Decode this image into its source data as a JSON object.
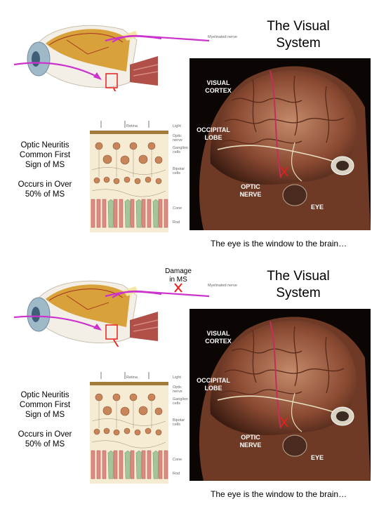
{
  "panels": [
    {
      "title_line1": "The Visual",
      "title_line2": "System",
      "side_line1": "Optic Neuritis",
      "side_line2": "Common First",
      "side_line3": "Sign of MS",
      "side_line4": "Occurs in Over",
      "side_line5": "50% of MS",
      "brain_labels": {
        "visual1": "VISUAL",
        "visual2": "CORTEX",
        "occ1": "OCCIPITAL",
        "occ2": "LOBE",
        "optic1": "OPTIC",
        "optic2": "NERVE",
        "eye": "EYE"
      },
      "caption": "The eye is the window to the brain…",
      "nerve_label": "Myelinated nerve",
      "retina_labels": {
        "light": "Light",
        "retina": "Retina",
        "optic": "Optic",
        "nerve": "nerve",
        "ganglion": "Ganglion",
        "cells1": "cells",
        "bipolar": "Bipolar",
        "cells2": "cells",
        "cone": "Cone",
        "rod": "Rod"
      }
    },
    {
      "title_line1": "The Visual",
      "title_line2": "System",
      "side_line1": "Optic Neuritis",
      "side_line2": "Common First",
      "side_line3": "Sign of MS",
      "side_line4": "Occurs in Over",
      "side_line5": "50% of MS",
      "brain_labels": {
        "visual1": "VISUAL",
        "visual2": "CORTEX",
        "occ1": "OCCIPITAL",
        "occ2": "LOBE",
        "optic1": "OPTIC",
        "optic2": "NERVE",
        "eye": "EYE"
      },
      "caption": "The eye is the window to the brain…",
      "nerve_label": "Myelinated nerve",
      "damage_line1": "Damage",
      "damage_line2": "in MS",
      "retina_labels": {
        "light": "Light",
        "retina": "Retina",
        "optic": "Optic",
        "nerve": "nerve",
        "ganglion": "Ganglion",
        "cells1": "cells",
        "bipolar": "Bipolar",
        "cells2": "cells",
        "cone": "Cone",
        "rod": "Rod"
      }
    }
  ],
  "colors": {
    "optic_path": "#cc33cc",
    "highlight": "#e8201c",
    "brain_bg": "#0b0604"
  },
  "icons": [
    "eyeball-illustration",
    "retina-layer-illustration",
    "brain-illustration",
    "damage-x-icon"
  ]
}
